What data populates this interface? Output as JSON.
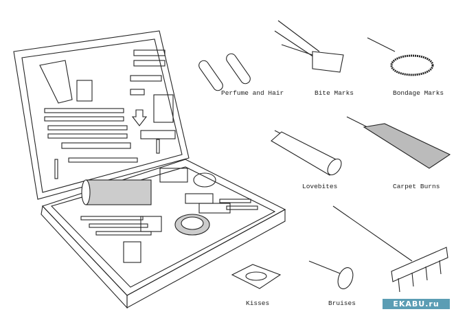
{
  "labels": {
    "perfume": "Perfume and Hair",
    "bite": "Bite Marks",
    "bondage": "Bondage Marks",
    "lovebites": "Lovebites",
    "carpet": "Carpet Burns",
    "kisses": "Kisses",
    "bruises": "Bruises"
  },
  "watermark": "EKABU.ru"
}
